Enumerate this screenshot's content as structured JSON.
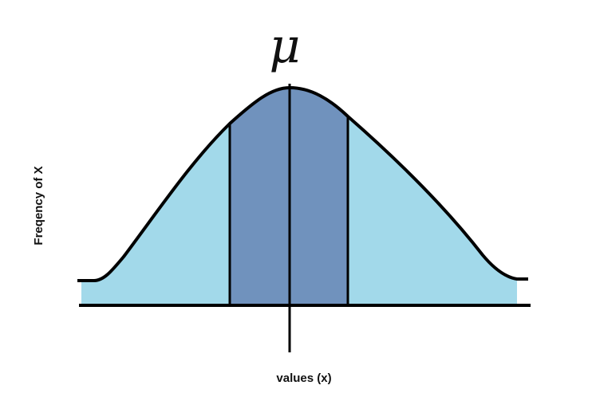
{
  "diagram": {
    "mean_symbol": "μ",
    "x_axis_label": "values (x)",
    "y_axis_label": "Freqency of X",
    "colors": {
      "outer_fill": "#a2d9ea",
      "center_fill": "#7092bd",
      "stroke": "#000000"
    }
  }
}
